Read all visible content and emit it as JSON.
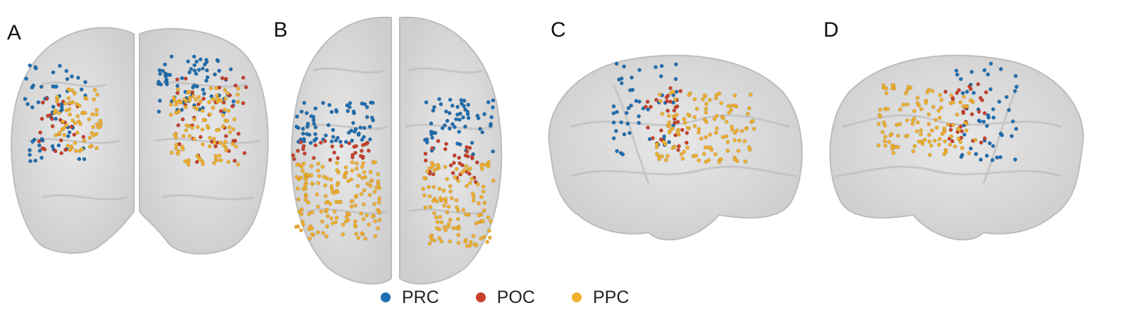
{
  "panels": [
    {
      "label": "A"
    },
    {
      "label": "B"
    },
    {
      "label": "C"
    },
    {
      "label": "D"
    }
  ],
  "legend": [
    {
      "label": "PRC",
      "color": "#1f6fb2"
    },
    {
      "label": "POC",
      "color": "#c8412c"
    },
    {
      "label": "PPC",
      "color": "#f0b030"
    }
  ]
}
